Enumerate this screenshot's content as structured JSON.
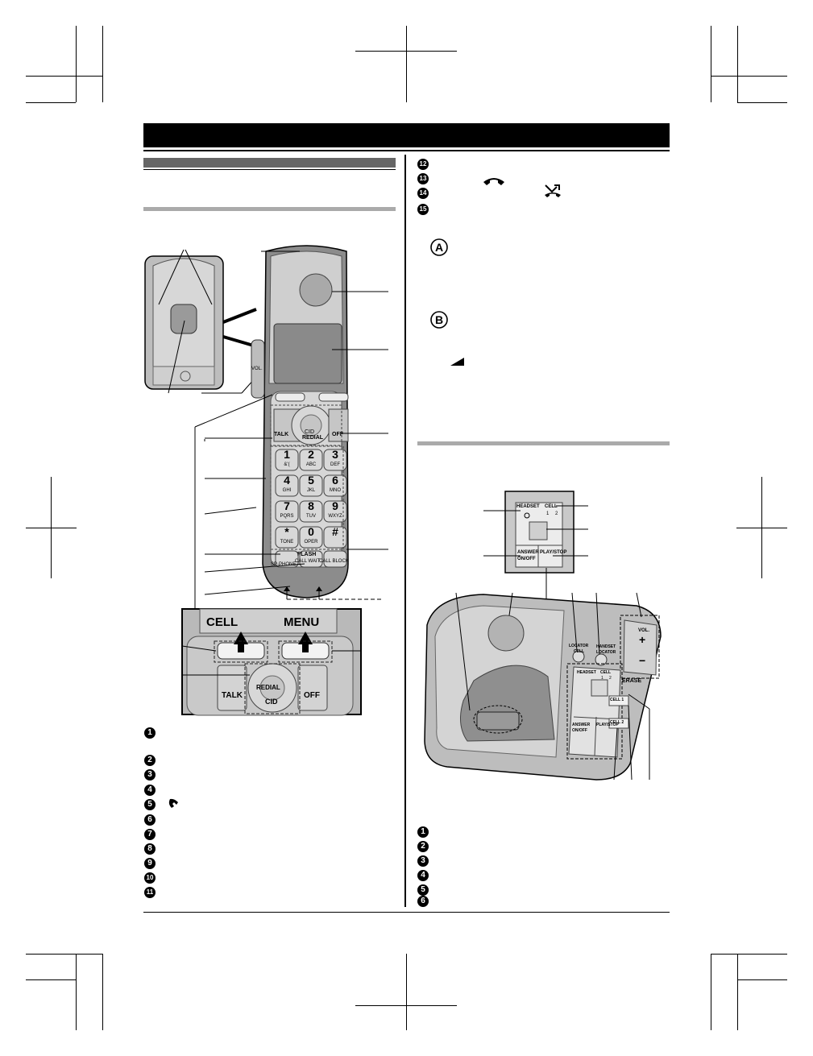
{
  "handset_inset": {
    "keypad": [
      {
        "digit": "1",
        "letters": "&'("
      },
      {
        "digit": "2",
        "letters": "ABC"
      },
      {
        "digit": "3",
        "letters": "DEF"
      },
      {
        "digit": "4",
        "letters": "GHI"
      },
      {
        "digit": "5",
        "letters": "JKL"
      },
      {
        "digit": "6",
        "letters": "MNO"
      },
      {
        "digit": "7",
        "letters": "PQRS"
      },
      {
        "digit": "8",
        "letters": "TUV"
      },
      {
        "digit": "9",
        "letters": "WXYZ"
      },
      {
        "digit": "*",
        "letters": "TONE"
      },
      {
        "digit": "0",
        "letters": "OPER"
      },
      {
        "digit": "#",
        "letters": ""
      }
    ],
    "talk_label": "TALK",
    "off_label": "OFF",
    "redial_label": "REDIAL",
    "cid_label": "CID",
    "flash_label": "FLASH",
    "call_wait_label": "CALL WAIT",
    "call_block_label": "CALL BLOCK",
    "sp_phone_label": "SP-PHONE",
    "vol_label": "VOL.",
    "zoom_cell_label": "CELL",
    "zoom_menu_label": "MENU",
    "zoom_talk_label": "TALK",
    "zoom_off_label": "OFF",
    "zoom_redial_label": "REDIAL",
    "zoom_cid_label": "CID"
  },
  "base_inset": {
    "headset_label": "HEADSET",
    "cell_label": "CELL",
    "cell_1": "1",
    "cell_2": "2",
    "answer_label": "ANSWER",
    "on_off_label": "ON/OFF",
    "play_stop_label": "PLAY/STOP",
    "locator_cell_label_1": "LOCATOR",
    "locator_cell_label_2": "CELL",
    "handset_locator_label_1": "HANDSET",
    "handset_locator_label_2": "LOCATOR",
    "vol_label": "VOL.",
    "vol_plus": "+",
    "vol_minus": "−",
    "erase_label": "ERASE",
    "cell1_tag": "CELL 1",
    "cell2_tag": "CELL 2",
    "base_headset": "HEADSET",
    "base_cell": "CELL",
    "base_1": "1",
    "base_2": "2",
    "base_answer": "ANSWER",
    "base_onoff": "ON/OFF",
    "base_playstop": "PLAY/STOP"
  },
  "left_list_numbers": [
    "1",
    "2",
    "3",
    "4",
    "5",
    "6",
    "7",
    "8",
    "9",
    "10",
    "11"
  ],
  "right_list_numbers": [
    "12",
    "13",
    "14",
    "15"
  ],
  "right_letters": [
    "A",
    "B"
  ],
  "base_list_numbers": [
    "1",
    "2",
    "3",
    "4",
    "5",
    "6"
  ]
}
